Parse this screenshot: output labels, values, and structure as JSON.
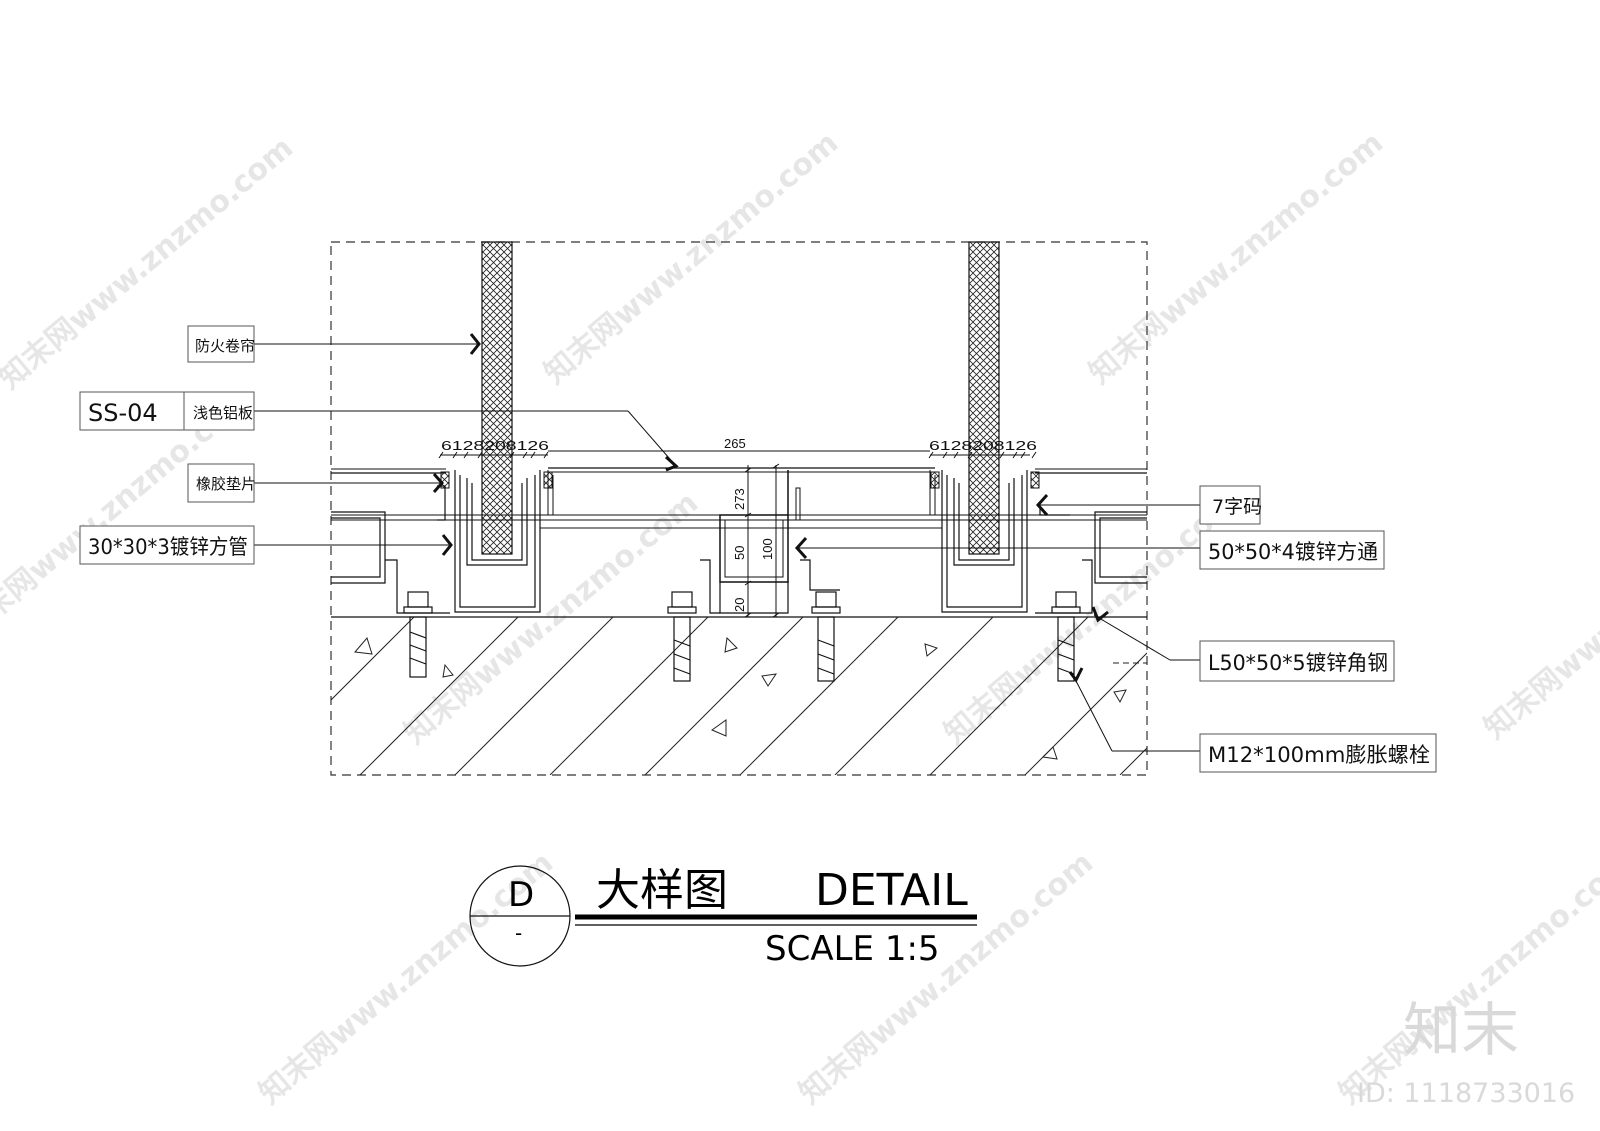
{
  "watermark": {
    "text": "知末网www.znzmo.com",
    "brand": "知末",
    "id_text": "ID: 1118733016"
  },
  "labels": {
    "fire_shutter": "防火卷帘",
    "code": "SS-04",
    "light_aluminum": "浅色铝板",
    "rubber_gasket": "橡胶垫片",
    "square_tube_small": "30*30*3镀锌方管",
    "z_bracket": "7字码",
    "square_tube_large": "50*50*4镀锌方通",
    "angle_steel": "L50*50*5镀锌角钢",
    "anchor_bolt": "M12*100mm膨胀螺栓"
  },
  "dimensions": {
    "left_group": "6128208126",
    "right_group": "6128208126",
    "span": "265",
    "v_273": "273",
    "v_50": "50",
    "v_100": "100",
    "v_20": "20"
  },
  "title": {
    "symbol_letter": "D",
    "symbol_sub": "-",
    "cn": "大样图",
    "en": "DETAIL",
    "scale": "SCALE  1:5"
  }
}
